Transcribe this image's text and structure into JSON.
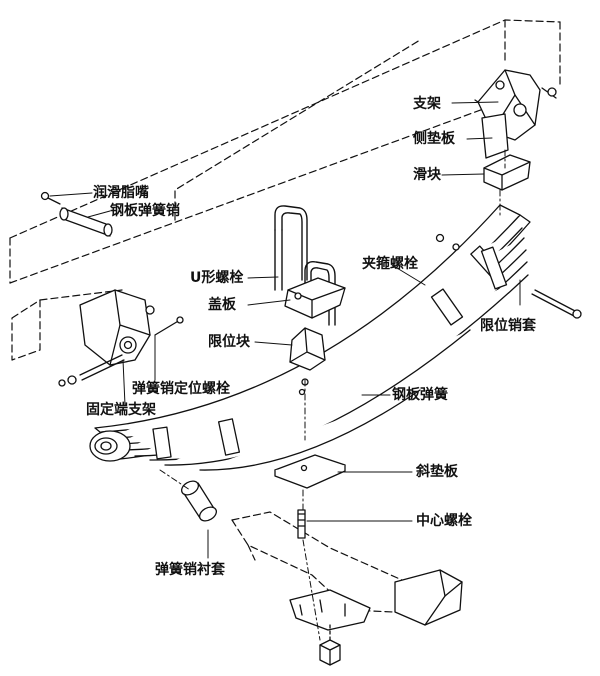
{
  "colors": {
    "line": "#111111",
    "background": "#ffffff",
    "shade": "#d8d8d8"
  },
  "labels": {
    "bracket": "支架",
    "side_plate": "侧垫板",
    "slider": "滑块",
    "grease_nipple": "润滑脂嘴",
    "spring_pin": "钢板弹簧销",
    "u_bolt": "U形螺栓",
    "cover_plate": "盖板",
    "stop_block": "限位块",
    "clamp_bolt": "夹箍螺栓",
    "limit_pin_sleeve": "限位销套",
    "pin_locating_bolt": "弹簧销定位螺栓",
    "fixed_bracket": "固定端支架",
    "leaf_spring": "钢板弹簧",
    "wedge_plate": "斜垫板",
    "center_bolt": "中心螺栓",
    "pin_bushing": "弹簧销衬套"
  }
}
